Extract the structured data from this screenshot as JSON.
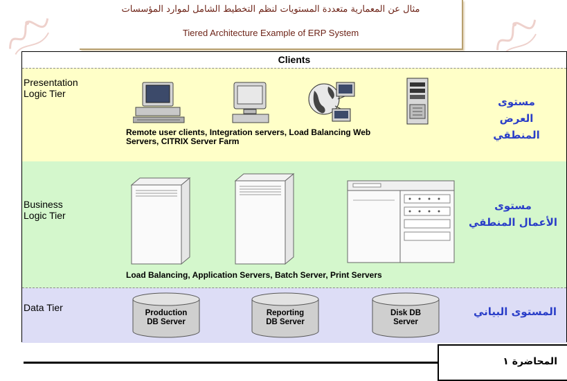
{
  "header": {
    "title_ar": "مثال عن المعمارية متعددة المستويات لنظم التخطيط الشامل لموارد المؤسسات",
    "title_en": "Tiered Architecture Example of ERP System"
  },
  "diagram": {
    "clients_label": "Clients",
    "presentation": {
      "label_line1": "Presentation",
      "label_line2": "Logic Tier",
      "ar_line1": "مستوى",
      "ar_line2": "العرض المنطقي",
      "caption_line1": "Remote user clients, Integration servers, Load Balancing Web",
      "caption_line2": "Servers, CITRIX Server Farm"
    },
    "business": {
      "label_line1": "Business",
      "label_line2": "Logic Tier",
      "ar_line1": "مستوى",
      "ar_line2": "الأعمال المنطقي",
      "caption": "Load Balancing, Application Servers, Batch Server, Print Servers"
    },
    "data": {
      "label": "Data Tier",
      "ar_label": "المستوى البياني",
      "servers": [
        {
          "line1": "Production",
          "line2": "DB Server"
        },
        {
          "line1": "Reporting",
          "line2": "DB Server"
        },
        {
          "line1": "Disk DB",
          "line2": "Server"
        }
      ]
    }
  },
  "footer": {
    "lecture": "المحاضرة ١"
  },
  "icons": [
    "desktop-computer-icon",
    "monitor-icon",
    "globe-network-icon",
    "server-tower-icon",
    "server-rack-icon",
    "database-cylinder-icon",
    "watermark-signature"
  ]
}
